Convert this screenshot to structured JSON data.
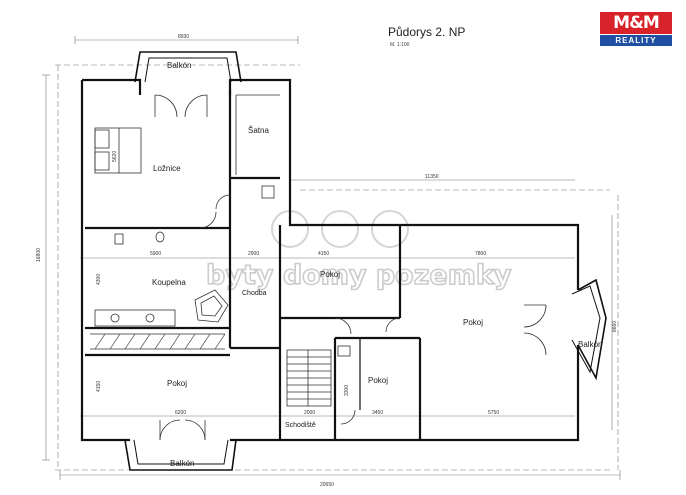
{
  "title": "Půdorys 2. NP",
  "scale": "M. 1:100",
  "logo": {
    "top": "M&M",
    "bottom": "REALITY",
    "colors": {
      "red": "#d8232a",
      "blue": "#1f4fa3"
    }
  },
  "watermark": "byty domy pozemky",
  "rooms": {
    "balkon_top": "Balkón",
    "satna": "Šatna",
    "loznice": "Ložnice",
    "koupelna": "Koupelna",
    "chodba": "Chodba",
    "pokoj_small": "Pokoj",
    "pokoj_right": "Pokoj",
    "balkon_right": "Balkón",
    "pokoj_left": "Pokoj",
    "pokoj_center": "Pokoj",
    "schodiste": "Schodiště",
    "balkon_bottom": "Balkón"
  },
  "dimensions": {
    "top_width": "8930",
    "mid_width": "11350",
    "bottom_width": "20650",
    "left_height": "16800",
    "right_height": "8660",
    "koupelna_w": "5900",
    "chodba_w": "2900",
    "pokoj_w": "4150",
    "pokoj_right_w": "7800",
    "bottom_left": "6200",
    "bottom_stair": "2000",
    "bottom_pokoj": "3450",
    "bottom_right": "5750",
    "loznice_h": "5620",
    "koupelna_h": "4300",
    "pokoj_left_h": "4150",
    "stair_h": "3300"
  }
}
